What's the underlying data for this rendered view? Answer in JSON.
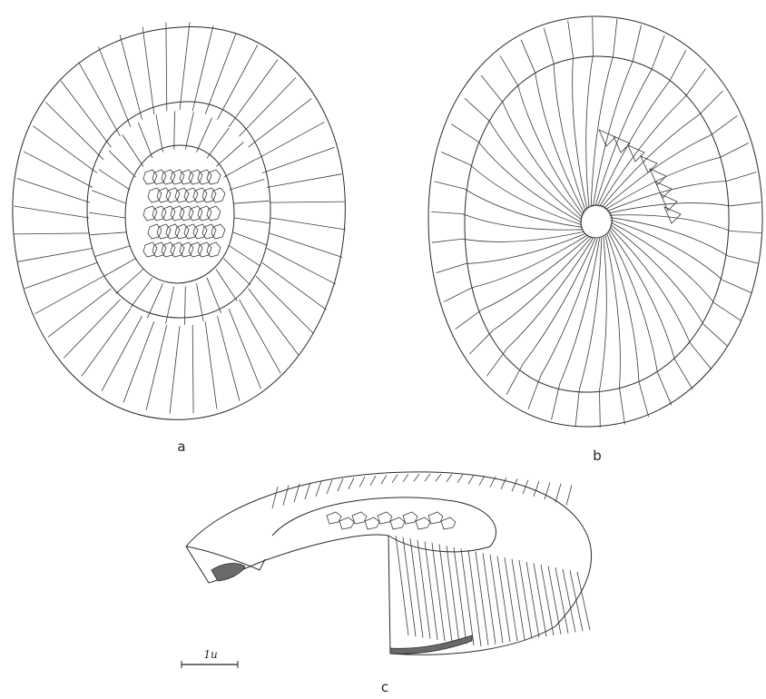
{
  "panels": [
    {
      "id": "a",
      "label": "a"
    },
    {
      "id": "b",
      "label": "b"
    },
    {
      "id": "c",
      "label": "c"
    }
  ],
  "scale_bar": {
    "label": "1u"
  },
  "colors": {
    "ink": "#2a2a2a",
    "marker_fill": "#111111",
    "cut_face": "#6a6a6a",
    "paper": "#ffffff"
  }
}
